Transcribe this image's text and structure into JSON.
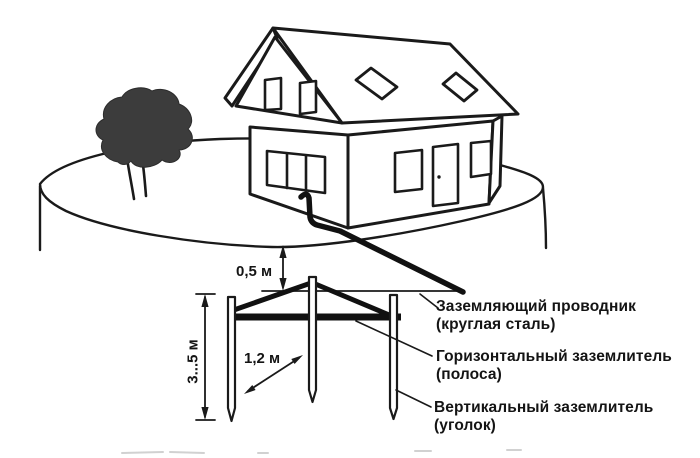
{
  "diagram": {
    "title_semantic": "house-grounding-earthing-system-diagram",
    "colors": {
      "ink": "#161616",
      "background": "#ffffff",
      "tree_fill": "#3c3c3c"
    },
    "dimensions": {
      "depth": "0,5 м",
      "spacing": "1,2 м",
      "electrode_length": "3...5 м"
    },
    "callouts": [
      {
        "id": "grounding-conductor",
        "line1": "Заземляющий проводник",
        "line2": "(круглая сталь)"
      },
      {
        "id": "horizontal-electrode",
        "line1": "Горизонтальный заземлитель",
        "line2": "(полоса)"
      },
      {
        "id": "vertical-electrode",
        "line1": "Вертикальный заземлитель",
        "line2": "(уголок)"
      }
    ]
  }
}
